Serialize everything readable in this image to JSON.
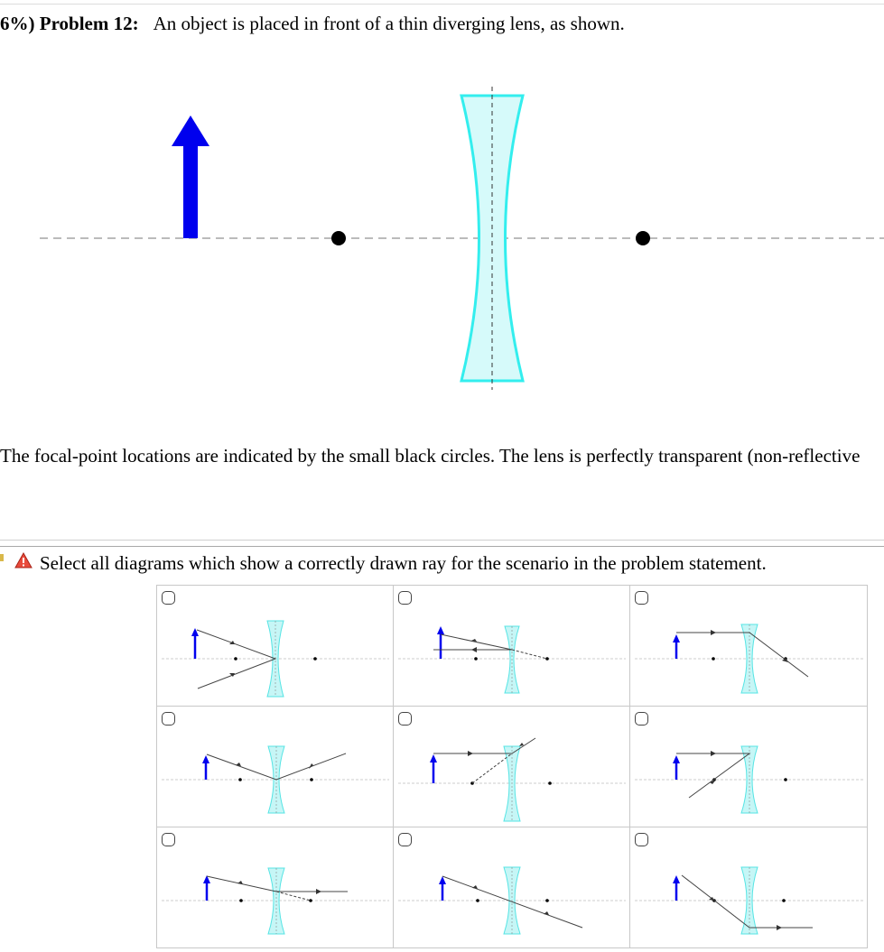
{
  "problem": {
    "prefix": "6%) ",
    "number": "Problem 12:",
    "statement": "An object is placed in front of a thin diverging lens, as shown."
  },
  "main_diagram": {
    "lens_type": "diverging",
    "colors": {
      "object_arrow": "#0000ee",
      "lens_fill": "#d6fafa",
      "lens_edge": "#33eeee",
      "axis": "#bbbbbb",
      "focal_point": "#000000"
    }
  },
  "focal_note": "The focal-point locations are indicated by the small black circles. The lens is perfectly transparent (non-reflective",
  "question": {
    "icon": "warning-icon",
    "text": "Select all diagrams which show a correctly drawn ray for the scenario in the problem statement."
  },
  "options": [
    {
      "id": 1,
      "checked": false
    },
    {
      "id": 2,
      "checked": false
    },
    {
      "id": 3,
      "checked": false
    },
    {
      "id": 4,
      "checked": false
    },
    {
      "id": 5,
      "checked": false
    },
    {
      "id": 6,
      "checked": false
    },
    {
      "id": 7,
      "checked": false
    },
    {
      "id": 8,
      "checked": false
    },
    {
      "id": 9,
      "checked": false
    }
  ]
}
